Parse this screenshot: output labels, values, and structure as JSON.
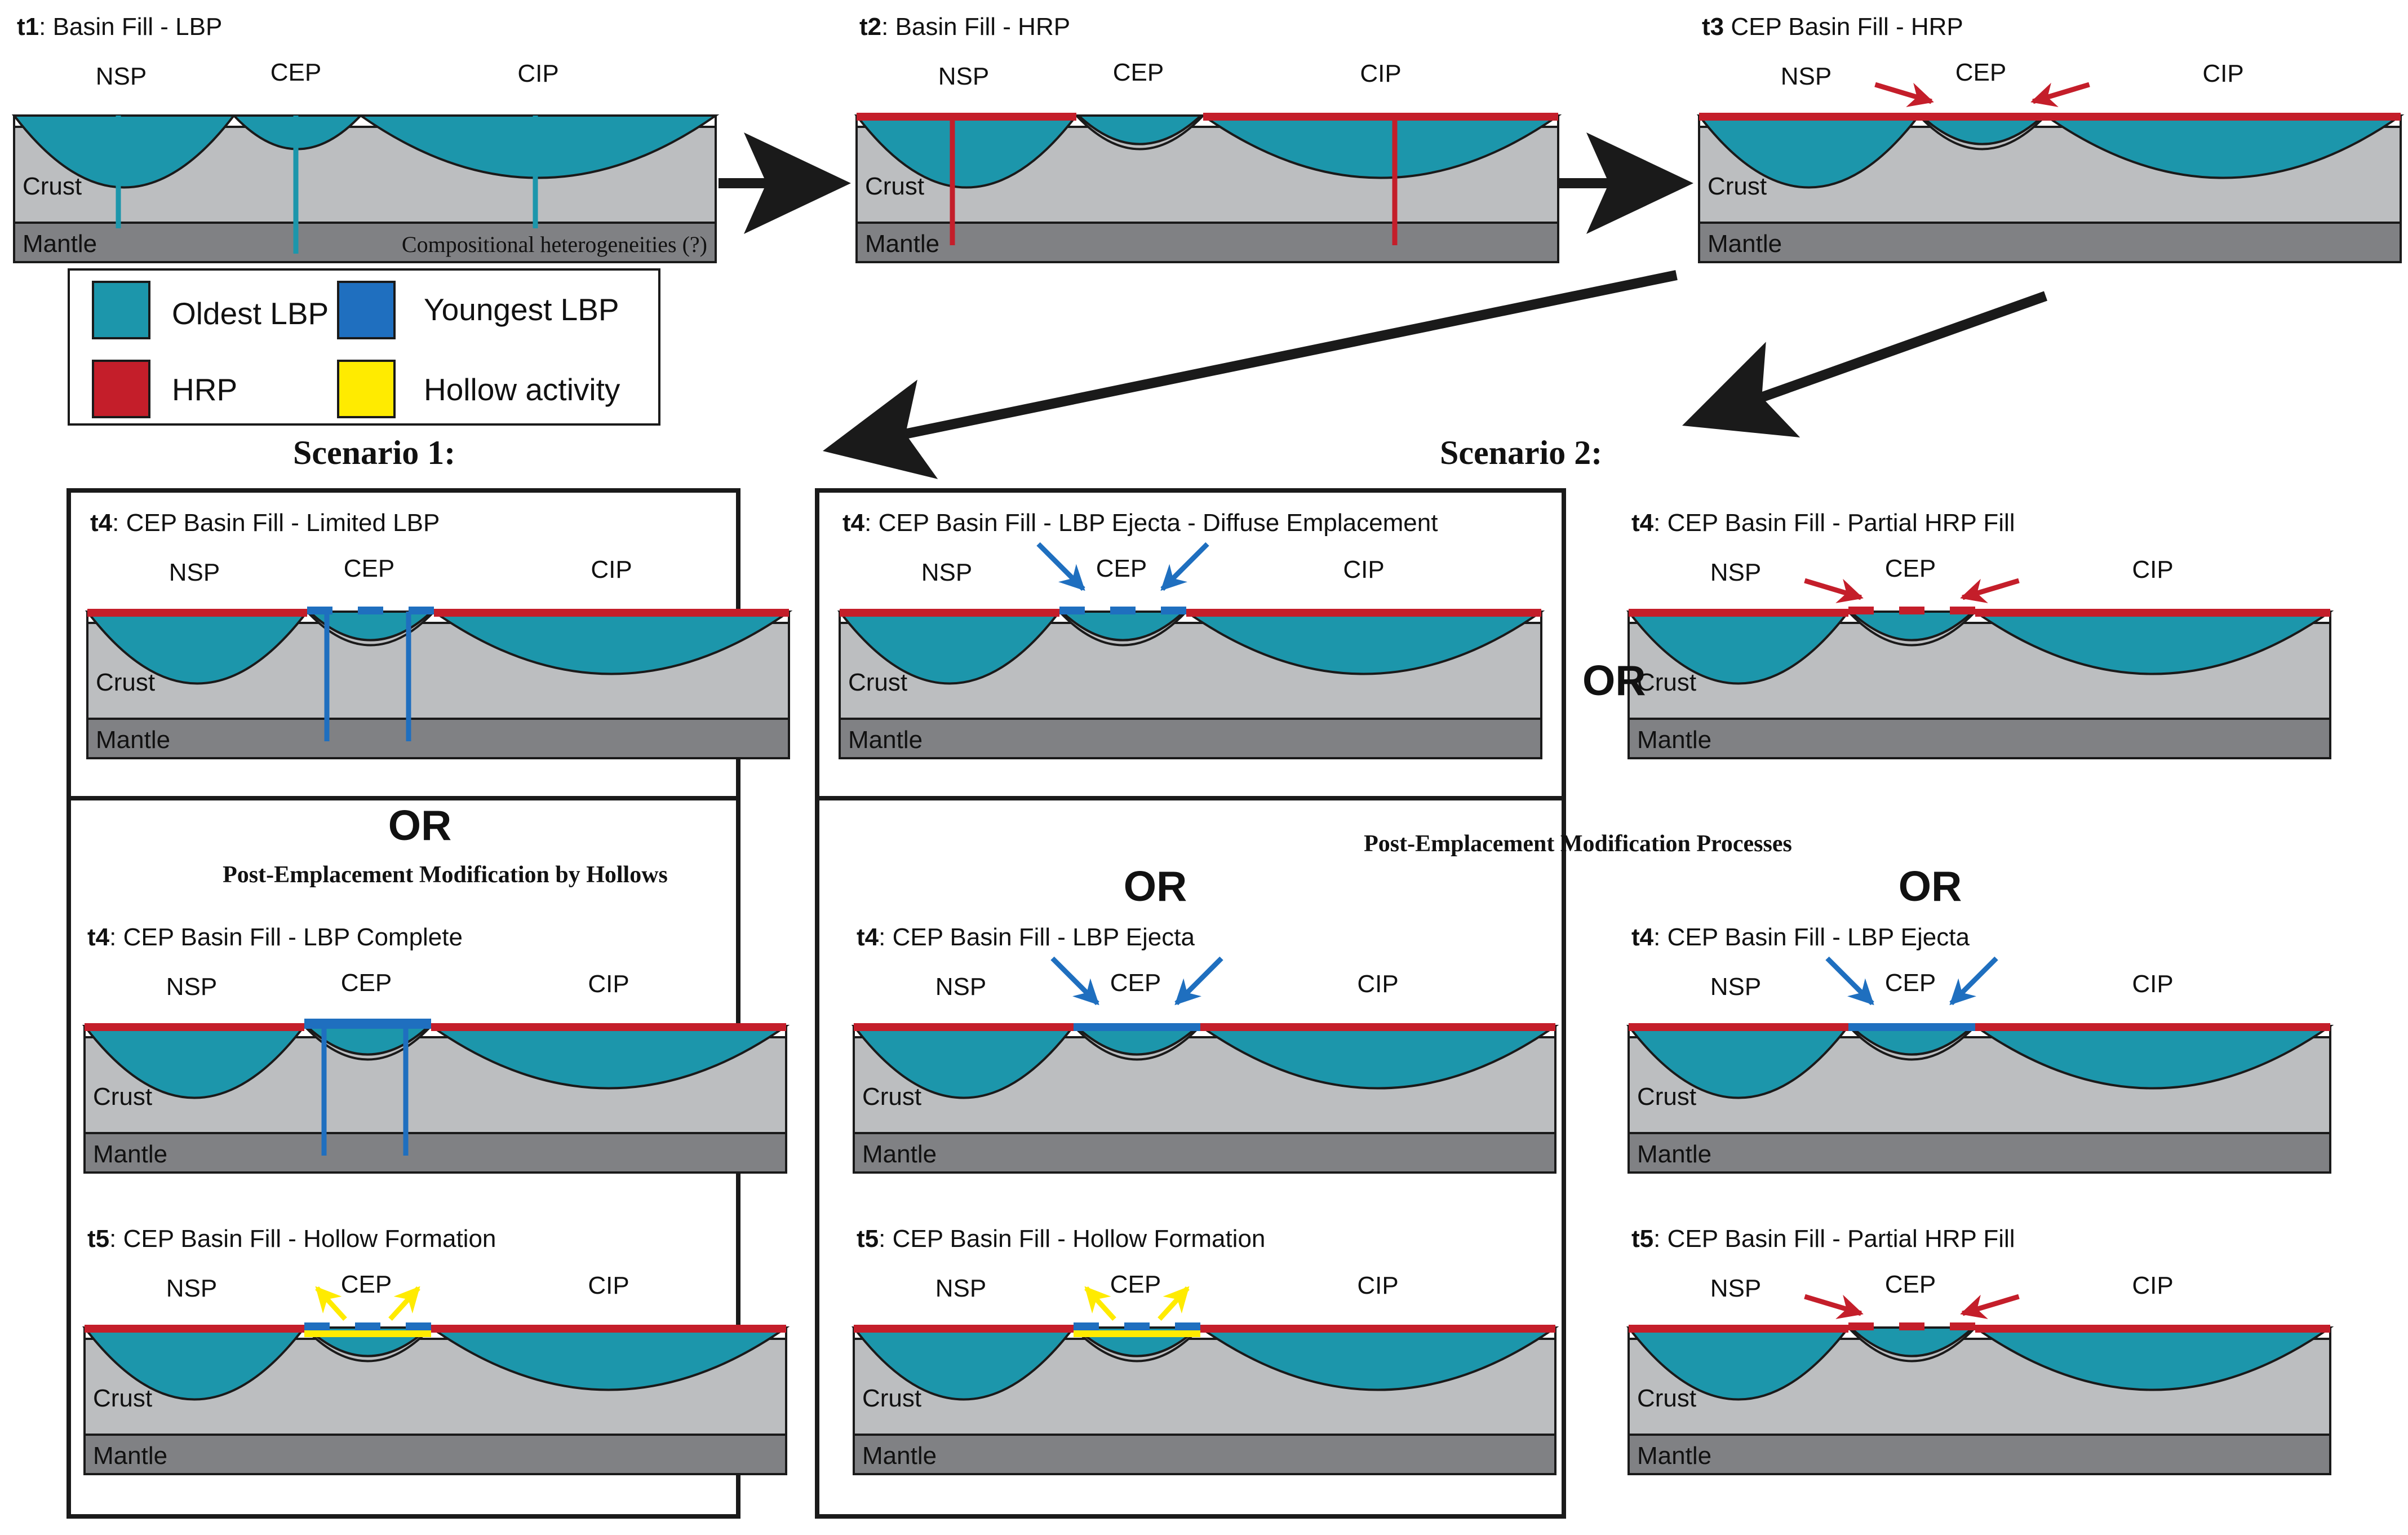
{
  "colors": {
    "oldest_lbp": "#1c96ab",
    "youngest_lbp": "#1f6fbf",
    "hrp": "#c41e2a",
    "hollow": "#ffeb00",
    "crust": "#bcbec0",
    "mantle": "#808184",
    "outline": "#1a1a1a"
  },
  "legend": {
    "oldest_lbp": "Oldest LBP",
    "youngest_lbp": "Youngest LBP",
    "hrp": "HRP",
    "hollow": "Hollow activity"
  },
  "scenario1_title": "Scenario 1:",
  "scenario2_title": "Scenario 2:",
  "or": "OR",
  "post_hollows_title": "Post-Emplacement Modification by Hollows",
  "post_processes_title": "Post-Emplacement Modification Processes",
  "panels": [
    {
      "id": "t1",
      "tag": "t1",
      "title": ": Basin Fill - LBP",
      "nsp": "NSP",
      "cep": "CEP",
      "cip": "CIP",
      "crust": "Crust",
      "mantle": "Mantle",
      "note": "Compositional heterogeneities (?)"
    },
    {
      "id": "t2",
      "tag": "t2",
      "title": ": Basin Fill - HRP",
      "nsp": "NSP",
      "cep": "CEP",
      "cip": "CIP",
      "crust": "Crust",
      "mantle": "Mantle"
    },
    {
      "id": "t3",
      "tag": "t3",
      "title": " CEP Basin Fill - HRP",
      "nsp": "NSP",
      "cep": "CEP",
      "cip": "CIP",
      "crust": "Crust",
      "mantle": "Mantle"
    },
    {
      "id": "s1a",
      "tag": "t4",
      "title": ": CEP Basin Fill - Limited LBP",
      "nsp": "NSP",
      "cep": "CEP",
      "cip": "CIP",
      "crust": "Crust",
      "mantle": "Mantle"
    },
    {
      "id": "s2a",
      "tag": "t4",
      "title": ": CEP Basin Fill - LBP Ejecta - Diffuse Emplacement",
      "nsp": "NSP",
      "cep": "CEP",
      "cip": "CIP",
      "crust": "Crust",
      "mantle": "Mantle"
    },
    {
      "id": "s2b",
      "tag": "t4",
      "title": ": CEP Basin Fill - Partial HRP Fill",
      "nsp": "NSP",
      "cep": "CEP",
      "cip": "CIP",
      "crust": "Crust",
      "mantle": "Mantle"
    },
    {
      "id": "s1b",
      "tag": "t4",
      "title": ": CEP Basin Fill - LBP Complete",
      "nsp": "NSP",
      "cep": "CEP",
      "cip": "CIP",
      "crust": "Crust",
      "mantle": "Mantle"
    },
    {
      "id": "s1c",
      "tag": "t5",
      "title": ": CEP Basin Fill - Hollow Formation",
      "nsp": "NSP",
      "cep": "CEP",
      "cip": "CIP",
      "crust": "Crust",
      "mantle": "Mantle"
    },
    {
      "id": "s2c",
      "tag": "t4",
      "title": ": CEP Basin Fill - LBP Ejecta",
      "nsp": "NSP",
      "cep": "CEP",
      "cip": "CIP",
      "crust": "Crust",
      "mantle": "Mantle"
    },
    {
      "id": "s2d",
      "tag": "t4",
      "title": ": CEP Basin Fill - LBP Ejecta",
      "nsp": "NSP",
      "cep": "CEP",
      "cip": "CIP",
      "crust": "Crust",
      "mantle": "Mantle"
    },
    {
      "id": "s2e",
      "tag": "t5",
      "title": ": CEP Basin Fill - Hollow Formation",
      "nsp": "NSP",
      "cep": "CEP",
      "cip": "CIP",
      "crust": "Crust",
      "mantle": "Mantle"
    },
    {
      "id": "s2f",
      "tag": "t5",
      "title": ": CEP Basin Fill - Partial HRP Fill",
      "nsp": "NSP",
      "cep": "CEP",
      "cip": "CIP",
      "crust": "Crust",
      "mantle": "Mantle"
    }
  ]
}
